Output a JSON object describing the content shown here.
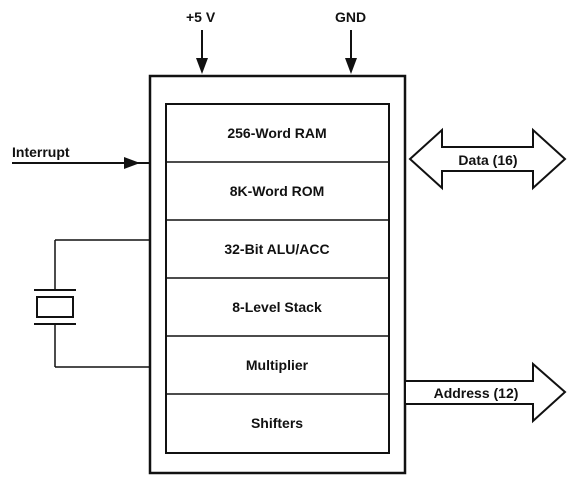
{
  "colors": {
    "stroke": "#111111",
    "background": "#ffffff"
  },
  "power": {
    "vcc_label": "+5 V",
    "gnd_label": "GND"
  },
  "inputs": {
    "interrupt_label": "Interrupt"
  },
  "buses": {
    "data_label": "Data (16)",
    "address_label": "Address (12)"
  },
  "blocks": [
    {
      "label": "256-Word RAM"
    },
    {
      "label": "8K-Word ROM"
    },
    {
      "label": "32-Bit ALU/ACC"
    },
    {
      "label": "8-Level Stack"
    },
    {
      "label": "Multiplier"
    },
    {
      "label": "Shifters"
    }
  ]
}
